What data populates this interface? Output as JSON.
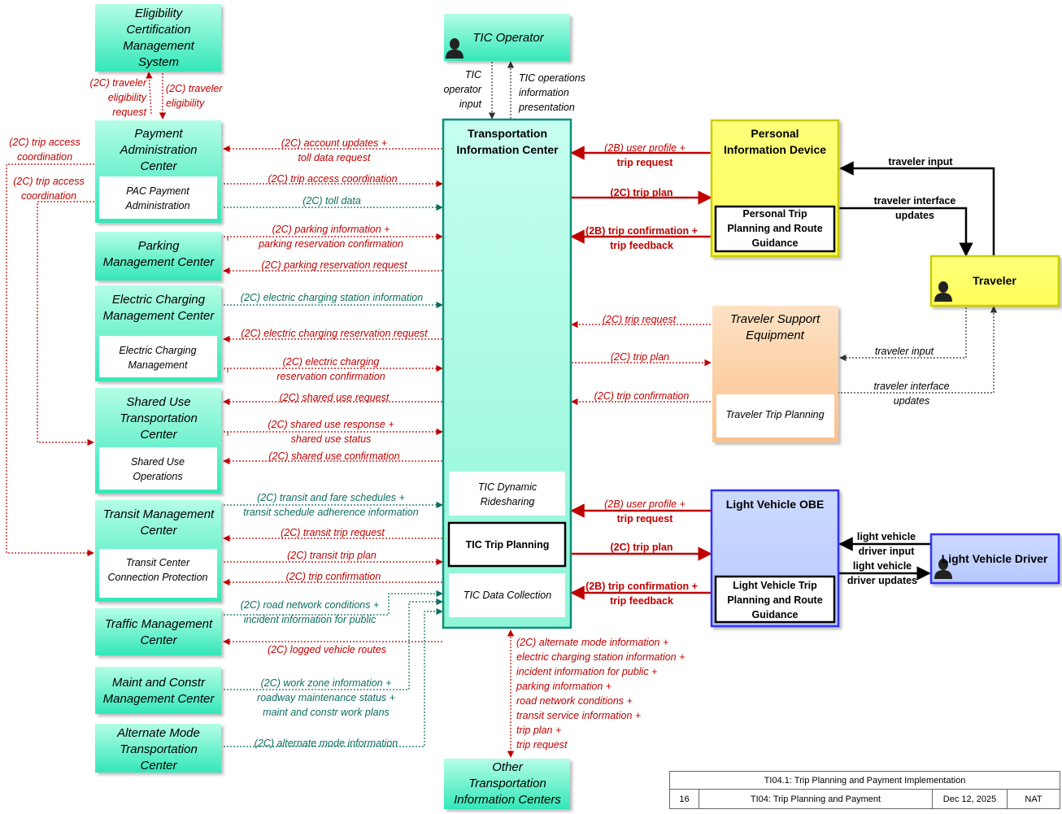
{
  "colors": {
    "center": "#33eabb",
    "center_light": "#adfde4",
    "personal": "#ffff66",
    "support": "#fcc891",
    "obe": "#bfcfff",
    "flow_red": "#c00000",
    "flow_teal": "#0b6e5f"
  },
  "nodes": {
    "ecms": "Eligibility Certification Management System",
    "payment": "Payment Administration Center",
    "pac": "PAC Payment Administration",
    "parking": "Parking Management Center",
    "electric": "Electric Charging Management Center",
    "electric_sub": "Electric Charging Management",
    "shared": "Shared Use Transportation Center",
    "shared_sub": "Shared Use Operations",
    "transit": "Transit Management Center",
    "transit_sub": "Transit Center Connection Protection",
    "traffic": "Traffic Management Center",
    "maint": "Maint and Constr Management Center",
    "altmode": "Alternate Mode Transportation Center",
    "tic_operator": "TIC Operator",
    "tic": "Transportation Information Center",
    "tic_ride": "TIC Dynamic Ridesharing",
    "tic_trip": "TIC Trip Planning",
    "tic_data": "TIC Data Collection",
    "other_tic": "Other Transportation Information Centers",
    "pid": "Personal Information Device",
    "pid_sub": "Personal Trip Planning and Route Guidance",
    "traveler": "Traveler",
    "tse": "Traveler Support Equipment",
    "tse_sub": "Traveler Trip Planning",
    "obe": "Light Vehicle OBE",
    "obe_sub": "Light Vehicle Trip Planning and Route Guidance",
    "driver": "Light Vehicle Driver"
  },
  "icons": {
    "tic_operator": "person-icon",
    "traveler": "person-icon",
    "driver": "person-icon"
  },
  "flows": {
    "ecms_req": [
      "(2C) traveler",
      "eligibility",
      "request"
    ],
    "ecms_elig": [
      "(2C) traveler",
      "eligibility"
    ],
    "trip_access_1": [
      "(2C) trip access",
      "coordination"
    ],
    "trip_access_2": [
      "(2C) trip access",
      "coordination"
    ],
    "account": [
      "(2C) account updates +",
      "toll data request"
    ],
    "trip_access_tic": [
      "(2C) trip access coordination"
    ],
    "toll": [
      "(2C) toll data"
    ],
    "parking_info": [
      "(2C) parking information +",
      "parking reservation confirmation"
    ],
    "parking_req": [
      "(2C) parking reservation request"
    ],
    "ec_info": [
      "(2C) electric charging station information"
    ],
    "ec_res_req": [
      "(2C) electric charging reservation request"
    ],
    "ec_res_conf": [
      "(2C) electric charging",
      "reservation confirmation"
    ],
    "su_req": [
      "(2C) shared use request"
    ],
    "su_resp": [
      "(2C) shared use response +",
      "shared use status"
    ],
    "su_conf": [
      "(2C) shared use confirmation"
    ],
    "transit_sched": [
      "(2C) transit and fare schedules +",
      "transit schedule adherence information"
    ],
    "transit_req": [
      "(2C) transit trip request"
    ],
    "transit_plan": [
      "(2C) transit trip plan"
    ],
    "transit_conf": [
      "(2C) trip confirmation"
    ],
    "road_cond": [
      "(2C) road network conditions +",
      "incident information for public"
    ],
    "logged": [
      "(2C) logged vehicle routes"
    ],
    "work_zone": [
      "(2C) work zone information +",
      "roadway maintenance status +",
      "maint and constr work plans"
    ],
    "alt_info": [
      "(2C) alternate mode information"
    ],
    "op_input": [
      "TIC",
      "operator",
      "input"
    ],
    "op_pres": [
      "TIC operations",
      "information",
      "presentation"
    ],
    "other_flow": [
      "(2C) alternate mode information +",
      "electric charging station information +",
      "incident information for public +",
      "parking information +",
      "road network conditions +",
      "transit service information +",
      "trip plan +",
      "trip request"
    ],
    "pid_profile": [
      "(2B) user profile +",
      "trip request"
    ],
    "pid_plan": [
      "(2C) trip plan"
    ],
    "pid_conf": [
      "(2B) trip confirmation +",
      "trip feedback"
    ],
    "trav_input_pid": [
      "traveler input"
    ],
    "trav_iface_pid": [
      "traveler interface",
      "updates"
    ],
    "tse_req": [
      "(2C) trip request"
    ],
    "tse_plan": [
      "(2C) trip plan"
    ],
    "tse_conf": [
      "(2C) trip confirmation"
    ],
    "trav_input_tse": [
      "traveler input"
    ],
    "trav_iface_tse": [
      "traveler interface",
      "updates"
    ],
    "obe_profile": [
      "(2B) user profile +",
      "trip request"
    ],
    "obe_plan": [
      "(2C) trip plan"
    ],
    "obe_conf": [
      "(2B) trip confirmation +",
      "trip feedback"
    ],
    "drv_input": [
      "light vehicle",
      "driver input"
    ],
    "drv_updates": [
      "light vehicle",
      "driver updates"
    ]
  },
  "footer": {
    "title": "TI04.1: Trip Planning and Payment Implementation",
    "number": "16",
    "name": "TI04: Trip Planning and Payment",
    "date": "Dec 12, 2025",
    "scope": "NAT"
  }
}
